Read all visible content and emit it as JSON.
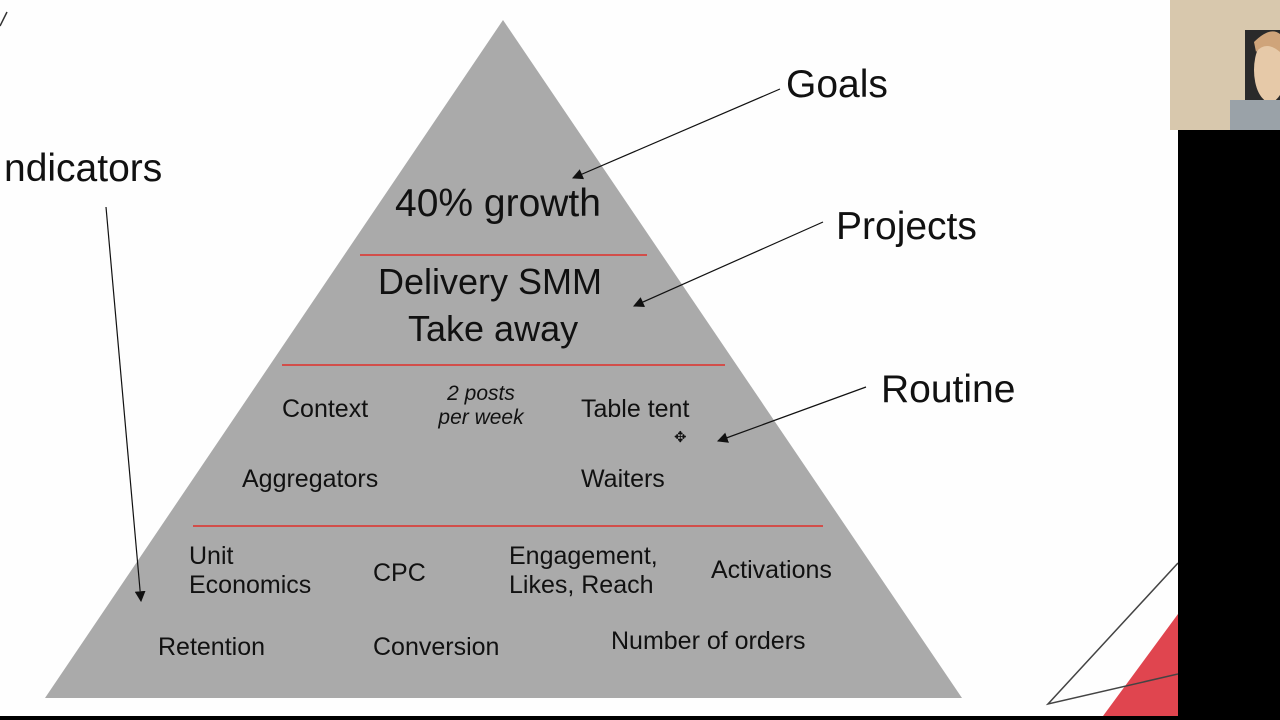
{
  "pyramid": {
    "fill": "#aaaaaa",
    "divider_color": "#e0302a",
    "goal_text": "40% growth",
    "projects": [
      "Delivery SMM",
      "Take away"
    ],
    "routine": {
      "context": "Context",
      "posts": [
        "2 posts",
        "per week"
      ],
      "table_tent": "Table tent",
      "aggregators": "Aggregators",
      "waiters": "Waiters"
    },
    "indicators": {
      "unit_economics": [
        "Unit",
        "Economics"
      ],
      "cpc": "CPC",
      "engagement": [
        "Engagement,",
        "Likes, Reach"
      ],
      "activations": "Activations",
      "retention": "Retention",
      "conversion": "Conversion",
      "orders": "Number of orders"
    }
  },
  "labels": {
    "goals": "Goals",
    "projects": "Projects",
    "routine": "Routine",
    "indicators": "ndicators"
  },
  "decor": {
    "accent": "#e0454f",
    "cursor_icon": "move-cursor-icon"
  },
  "webcam": {
    "skin": "#e6c9a8",
    "background": "#d8c8ad"
  }
}
